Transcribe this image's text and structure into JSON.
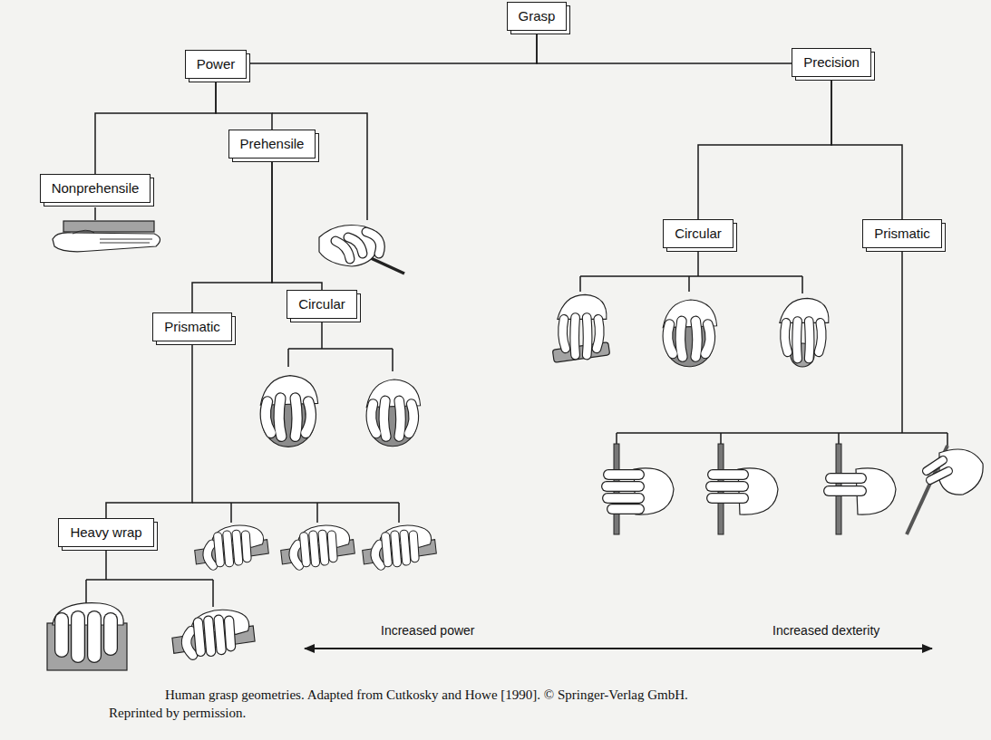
{
  "diagram": {
    "caption": "Human grasp geometries. Adapted from Cutkosky and Howe [1990]. © Springer-Verlag GmbH. Reprinted by permission.",
    "nodes": [
      {
        "text": [
          "Grasp"
        ]
      },
      {
        "text": [
          "Power"
        ]
      },
      {
        "text": [
          "Precision"
        ]
      },
      {
        "text": [
          "Nonprehensile"
        ]
      },
      {
        "text": [
          "Prehensile"
        ]
      },
      {
        "text": [
          "Prismatic"
        ]
      },
      {
        "text": [
          "Circular"
        ]
      },
      {
        "text": [
          "Heavy wrap"
        ]
      },
      {
        "text": [
          "Circular"
        ]
      },
      {
        "text": [
          "Prismatic"
        ]
      }
    ],
    "edges": [
      {
        "from": 0,
        "to": 1,
        "arrow": "none"
      },
      {
        "from": 0,
        "to": 2,
        "arrow": "none"
      },
      {
        "from": 1,
        "to": 3,
        "arrow": "none"
      },
      {
        "from": 1,
        "to": 4,
        "arrow": "none"
      },
      {
        "from": 4,
        "to": 5,
        "arrow": "none"
      },
      {
        "from": 4,
        "to": 6,
        "arrow": "none"
      },
      {
        "from": 5,
        "to": 7,
        "arrow": "none"
      },
      {
        "from": 2,
        "to": 8,
        "arrow": "none"
      },
      {
        "from": 2,
        "to": 9,
        "arrow": "none"
      }
    ],
    "labels": [
      "Increased power",
      "Increased dexterity"
    ]
  }
}
